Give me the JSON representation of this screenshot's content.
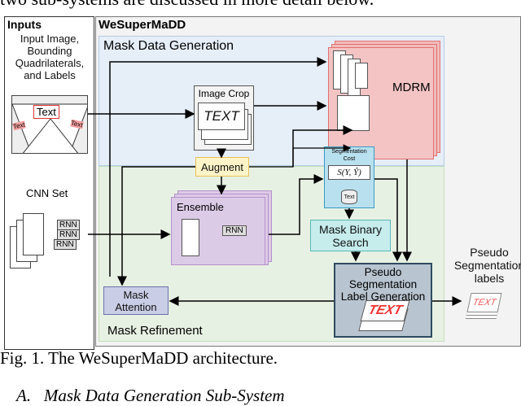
{
  "body_text_top": "two sub-systems are discussed in more detail below.",
  "figure": {
    "inputs": {
      "title": "Inputs",
      "description": "Input Image, Bounding Quadrilaterals, and Labels",
      "thumb_text": "Text",
      "thumb_side_text": "Text",
      "cnn_set": "CNN Set",
      "rnn": "RNN"
    },
    "system_title": "WeSuperMaDD",
    "mask_data_generation": "Mask Data Generation",
    "mask_refinement": "Mask Refinement",
    "mdrm": "MDRM",
    "image_crop": "Image Crop",
    "image_crop_text": "TEXT",
    "augment": "Augment",
    "segmentation_cost": "Segmentation Cost",
    "segmentation_formula": "S(Y, Ŷ)",
    "db_text": "Text",
    "ensemble": "Ensemble",
    "ensemble_rnn": "RNN",
    "mask_binary_search": "Mask Binary Search",
    "pseudo_label_generation": "Pseudo Segmentation Label Generation",
    "pseudo_text": "TEXT",
    "mask_attention": "Mask Attention",
    "pseudo_labels_output": "Pseudo Segmentation labels",
    "output_text": "TEXT"
  },
  "caption": "Fig. 1. The WeSuperMaDD architecture.",
  "next_section": "A.   Mask Data Generation Sub-System",
  "colors": {
    "mdg_bg": "#e6eef8",
    "mr_bg": "#e7f1e3",
    "mdrm": "#f2bcbc",
    "augment": "#fdf3c8",
    "seg_cost": "#b9e0ee",
    "ensemble": "#dccbe6",
    "binary_search": "#c6ecec",
    "pseudo": "#b8c4d0",
    "attention": "#c9cde6"
  }
}
